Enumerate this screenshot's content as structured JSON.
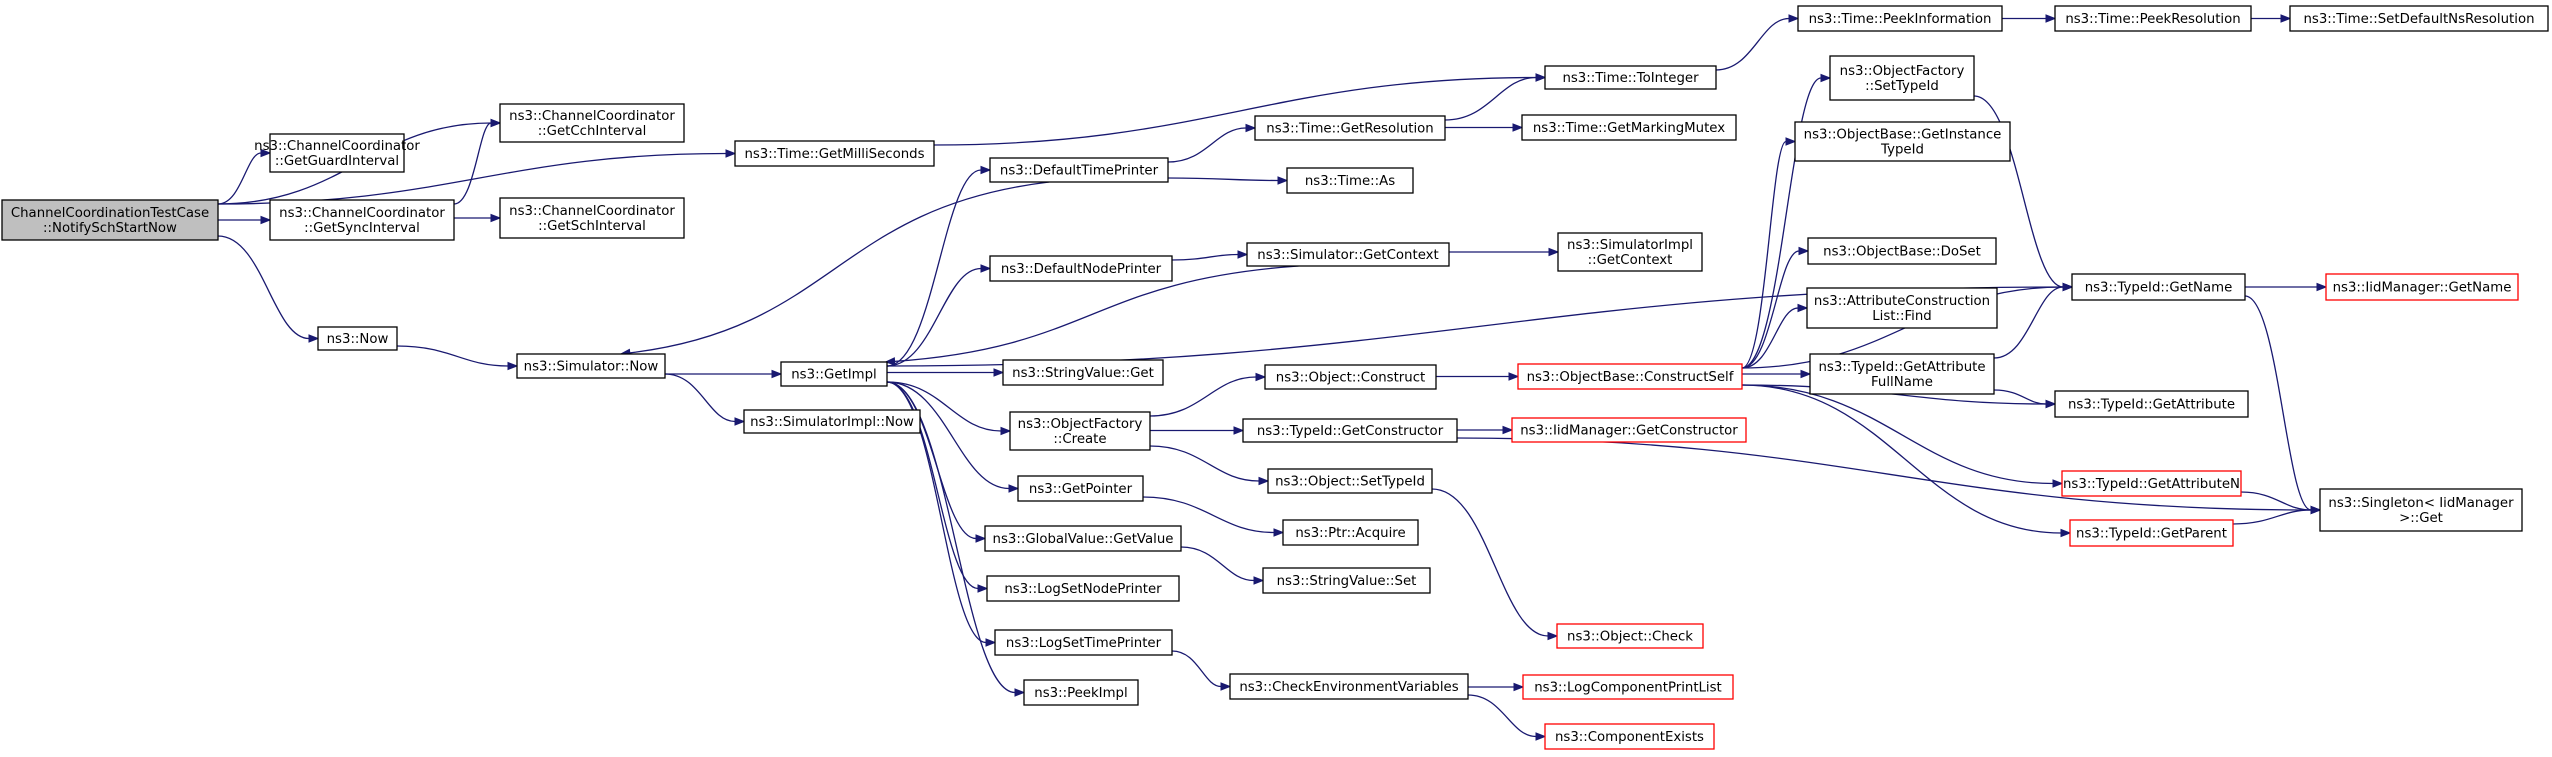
{
  "colors": {
    "edge": "#191970",
    "root_fill": "#bfbfbf",
    "truncated_border": "#ff0000",
    "node_border": "#000000"
  },
  "nodes": [
    {
      "id": "root",
      "lines": [
        "ChannelCoordinationTestCase",
        "::NotifySchStartNow"
      ],
      "root": true
    },
    {
      "id": "getGuardInterval",
      "lines": [
        "ns3::ChannelCoordinator",
        "::GetGuardInterval"
      ]
    },
    {
      "id": "getCchInterval",
      "lines": [
        "ns3::ChannelCoordinator",
        "::GetCchInterval"
      ]
    },
    {
      "id": "getSyncInterval",
      "lines": [
        "ns3::ChannelCoordinator",
        "::GetSyncInterval"
      ]
    },
    {
      "id": "getSchInterval",
      "lines": [
        "ns3::ChannelCoordinator",
        "::GetSchInterval"
      ]
    },
    {
      "id": "now",
      "lines": [
        "ns3::Now"
      ]
    },
    {
      "id": "getMilliSeconds",
      "lines": [
        "ns3::Time::GetMilliSeconds"
      ]
    },
    {
      "id": "simNow",
      "lines": [
        "ns3::Simulator::Now"
      ]
    },
    {
      "id": "getImpl",
      "lines": [
        "ns3::GetImpl"
      ]
    },
    {
      "id": "simImplNow",
      "lines": [
        "ns3::SimulatorImpl::Now"
      ]
    },
    {
      "id": "defaultTimePrinter",
      "lines": [
        "ns3::DefaultTimePrinter"
      ]
    },
    {
      "id": "defaultNodePrinter",
      "lines": [
        "ns3::DefaultNodePrinter"
      ]
    },
    {
      "id": "stringValueGet",
      "lines": [
        "ns3::StringValue::Get"
      ]
    },
    {
      "id": "objFactoryCreate",
      "lines": [
        "ns3::ObjectFactory",
        "::Create"
      ]
    },
    {
      "id": "getPointer",
      "lines": [
        "ns3::GetPointer"
      ]
    },
    {
      "id": "globalValueGetValue",
      "lines": [
        "ns3::GlobalValue::GetValue"
      ]
    },
    {
      "id": "logSetNodePrinter",
      "lines": [
        "ns3::LogSetNodePrinter"
      ]
    },
    {
      "id": "logSetTimePrinter",
      "lines": [
        "ns3::LogSetTimePrinter"
      ]
    },
    {
      "id": "peekImpl",
      "lines": [
        "ns3::PeekImpl"
      ]
    },
    {
      "id": "timeGetResolution",
      "lines": [
        "ns3::Time::GetResolution"
      ]
    },
    {
      "id": "timeAs",
      "lines": [
        "ns3::Time::As"
      ]
    },
    {
      "id": "simGetContext",
      "lines": [
        "ns3::Simulator::GetContext"
      ]
    },
    {
      "id": "objectConstruct",
      "lines": [
        "ns3::Object::Construct"
      ]
    },
    {
      "id": "typeIdGetConstructor",
      "lines": [
        "ns3::TypeId::GetConstructor"
      ]
    },
    {
      "id": "objectSetTypeId",
      "lines": [
        "ns3::Object::SetTypeId"
      ]
    },
    {
      "id": "ptrAcquire",
      "lines": [
        "ns3::Ptr::Acquire"
      ]
    },
    {
      "id": "stringValueSet",
      "lines": [
        "ns3::StringValue::Set"
      ]
    },
    {
      "id": "checkEnvVars",
      "lines": [
        "ns3::CheckEnvironmentVariables"
      ]
    },
    {
      "id": "timeToInteger",
      "lines": [
        "ns3::Time::ToInteger"
      ]
    },
    {
      "id": "timeGetMarkingMutex",
      "lines": [
        "ns3::Time::GetMarkingMutex"
      ]
    },
    {
      "id": "simImplGetContext",
      "lines": [
        "ns3::SimulatorImpl",
        "::GetContext"
      ]
    },
    {
      "id": "objBaseConstructSelf",
      "lines": [
        "ns3::ObjectBase::ConstructSelf"
      ],
      "truncated": true
    },
    {
      "id": "iidMgrGetConstructor",
      "lines": [
        "ns3::IidManager::GetConstructor"
      ],
      "truncated": true
    },
    {
      "id": "objectCheck",
      "lines": [
        "ns3::Object::Check"
      ],
      "truncated": true
    },
    {
      "id": "logComponentPrintList",
      "lines": [
        "ns3::LogComponentPrintList"
      ],
      "truncated": true
    },
    {
      "id": "componentExists",
      "lines": [
        "ns3::ComponentExists"
      ],
      "truncated": true
    },
    {
      "id": "timePeekInformation",
      "lines": [
        "ns3::Time::PeekInformation"
      ]
    },
    {
      "id": "timePeekResolution",
      "lines": [
        "ns3::Time::PeekResolution"
      ]
    },
    {
      "id": "timeSetDefaultNsResolution",
      "lines": [
        "ns3::Time::SetDefaultNsResolution"
      ]
    },
    {
      "id": "objFactorySetTypeId",
      "lines": [
        "ns3::ObjectFactory",
        "::SetTypeId"
      ]
    },
    {
      "id": "objBaseGetInstanceTypeId",
      "lines": [
        "ns3::ObjectBase::GetInstance",
        "TypeId"
      ]
    },
    {
      "id": "objBaseDoSet",
      "lines": [
        "ns3::ObjectBase::DoSet"
      ]
    },
    {
      "id": "attrConstructionListFind",
      "lines": [
        "ns3::AttributeConstruction",
        "List::Find"
      ]
    },
    {
      "id": "typeIdGetAttributeFullName",
      "lines": [
        "ns3::TypeId::GetAttribute",
        "FullName"
      ]
    },
    {
      "id": "typeIdGetName",
      "lines": [
        "ns3::TypeId::GetName"
      ]
    },
    {
      "id": "iidMgrGetName",
      "lines": [
        "ns3::IidManager::GetName"
      ],
      "truncated": true
    },
    {
      "id": "typeIdGetAttribute",
      "lines": [
        "ns3::TypeId::GetAttribute"
      ]
    },
    {
      "id": "typeIdGetAttributeN",
      "lines": [
        "ns3::TypeId::GetAttributeN"
      ],
      "truncated": true
    },
    {
      "id": "typeIdGetParent",
      "lines": [
        "ns3::TypeId::GetParent"
      ],
      "truncated": true
    },
    {
      "id": "singletonGet",
      "lines": [
        "ns3::Singleton< IidManager",
        " >::Get"
      ]
    }
  ],
  "edges": [
    [
      "root",
      "getCchInterval"
    ],
    [
      "root",
      "getGuardInterval"
    ],
    [
      "root",
      "getSyncInterval"
    ],
    [
      "root",
      "getMilliSeconds"
    ],
    [
      "root",
      "now"
    ],
    [
      "getSyncInterval",
      "getCchInterval"
    ],
    [
      "getSyncInterval",
      "getSchInterval"
    ],
    [
      "now",
      "simNow"
    ],
    [
      "getMilliSeconds",
      "timeToInteger"
    ],
    [
      "simNow",
      "getImpl"
    ],
    [
      "simNow",
      "simImplNow"
    ],
    [
      "getImpl",
      "defaultTimePrinter"
    ],
    [
      "getImpl",
      "defaultNodePrinter"
    ],
    [
      "getImpl",
      "stringValueGet"
    ],
    [
      "getImpl",
      "objFactoryCreate"
    ],
    [
      "getImpl",
      "getPointer"
    ],
    [
      "getImpl",
      "globalValueGetValue"
    ],
    [
      "getImpl",
      "logSetNodePrinter"
    ],
    [
      "getImpl",
      "logSetTimePrinter"
    ],
    [
      "getImpl",
      "peekImpl"
    ],
    [
      "getImpl",
      "typeIdGetName"
    ],
    [
      "defaultTimePrinter",
      "simNow"
    ],
    [
      "defaultTimePrinter",
      "timeGetResolution"
    ],
    [
      "defaultTimePrinter",
      "timeAs"
    ],
    [
      "defaultNodePrinter",
      "simGetContext"
    ],
    [
      "simGetContext",
      "getImpl"
    ],
    [
      "simGetContext",
      "simImplGetContext"
    ],
    [
      "objFactoryCreate",
      "objectConstruct"
    ],
    [
      "objFactoryCreate",
      "typeIdGetConstructor"
    ],
    [
      "objFactoryCreate",
      "objectSetTypeId"
    ],
    [
      "getPointer",
      "ptrAcquire"
    ],
    [
      "globalValueGetValue",
      "stringValueSet"
    ],
    [
      "logSetTimePrinter",
      "checkEnvVars"
    ],
    [
      "timeGetResolution",
      "timeToInteger"
    ],
    [
      "timeGetResolution",
      "timeGetMarkingMutex"
    ],
    [
      "objectConstruct",
      "objBaseConstructSelf"
    ],
    [
      "typeIdGetConstructor",
      "iidMgrGetConstructor"
    ],
    [
      "typeIdGetConstructor",
      "singletonGet"
    ],
    [
      "objectSetTypeId",
      "objectCheck"
    ],
    [
      "checkEnvVars",
      "logComponentPrintList"
    ],
    [
      "checkEnvVars",
      "componentExists"
    ],
    [
      "timeToInteger",
      "timePeekInformation"
    ],
    [
      "timePeekInformation",
      "timePeekResolution"
    ],
    [
      "timePeekResolution",
      "timeSetDefaultNsResolution"
    ],
    [
      "objBaseConstructSelf",
      "objFactorySetTypeId"
    ],
    [
      "objBaseConstructSelf",
      "objBaseGetInstanceTypeId"
    ],
    [
      "objBaseConstructSelf",
      "objBaseDoSet"
    ],
    [
      "objBaseConstructSelf",
      "attrConstructionListFind"
    ],
    [
      "objBaseConstructSelf",
      "typeIdGetAttributeFullName"
    ],
    [
      "objBaseConstructSelf",
      "typeIdGetName"
    ],
    [
      "objBaseConstructSelf",
      "typeIdGetAttribute"
    ],
    [
      "objBaseConstructSelf",
      "typeIdGetAttributeN"
    ],
    [
      "objBaseConstructSelf",
      "typeIdGetParent"
    ],
    [
      "objFactorySetTypeId",
      "typeIdGetName"
    ],
    [
      "typeIdGetAttributeFullName",
      "typeIdGetName"
    ],
    [
      "typeIdGetAttributeFullName",
      "typeIdGetAttribute"
    ],
    [
      "typeIdGetName",
      "iidMgrGetName"
    ],
    [
      "typeIdGetName",
      "singletonGet"
    ],
    [
      "typeIdGetAttributeN",
      "singletonGet"
    ],
    [
      "typeIdGetParent",
      "singletonGet"
    ]
  ]
}
